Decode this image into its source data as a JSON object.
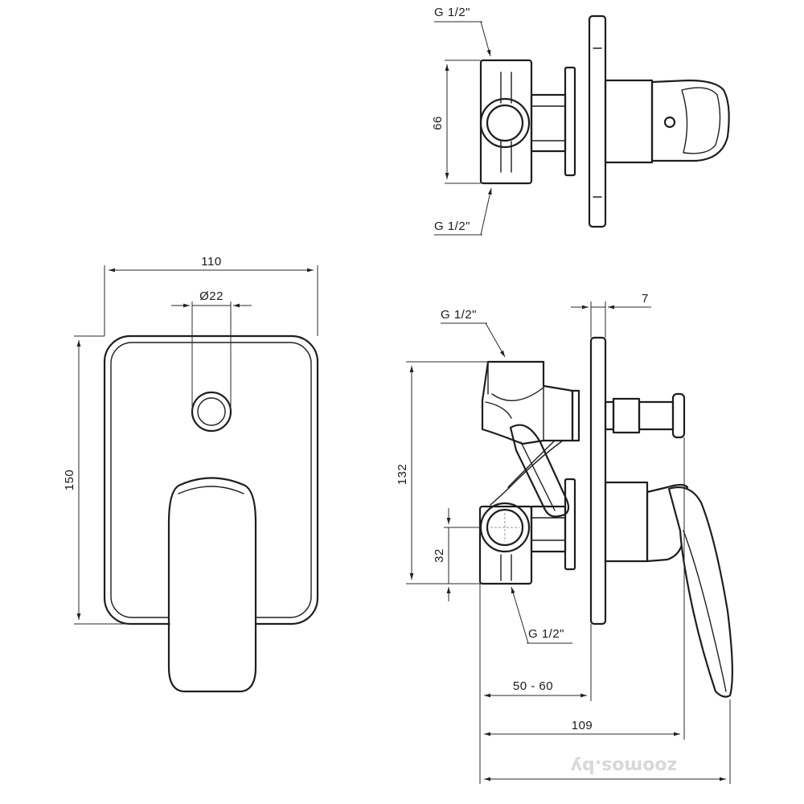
{
  "labels": {
    "top_thread_upper": "G 1/2\"",
    "top_thread_lower": "G 1/2\"",
    "top_height": "66",
    "front_width": "110",
    "front_hole": "Ø22",
    "front_height": "150",
    "side_thread_upper": "G 1/2\"",
    "side_thread_lower": "G 1/2\"",
    "side_plate": "7",
    "side_height": "132",
    "side_offset": "32",
    "side_depth_range": "50 - 60",
    "side_depth_total": "109"
  },
  "watermark": "zoomos.by",
  "colors": {
    "line": "#1e1e1e",
    "background": "#ffffff",
    "watermark": "#d8d8d8"
  }
}
